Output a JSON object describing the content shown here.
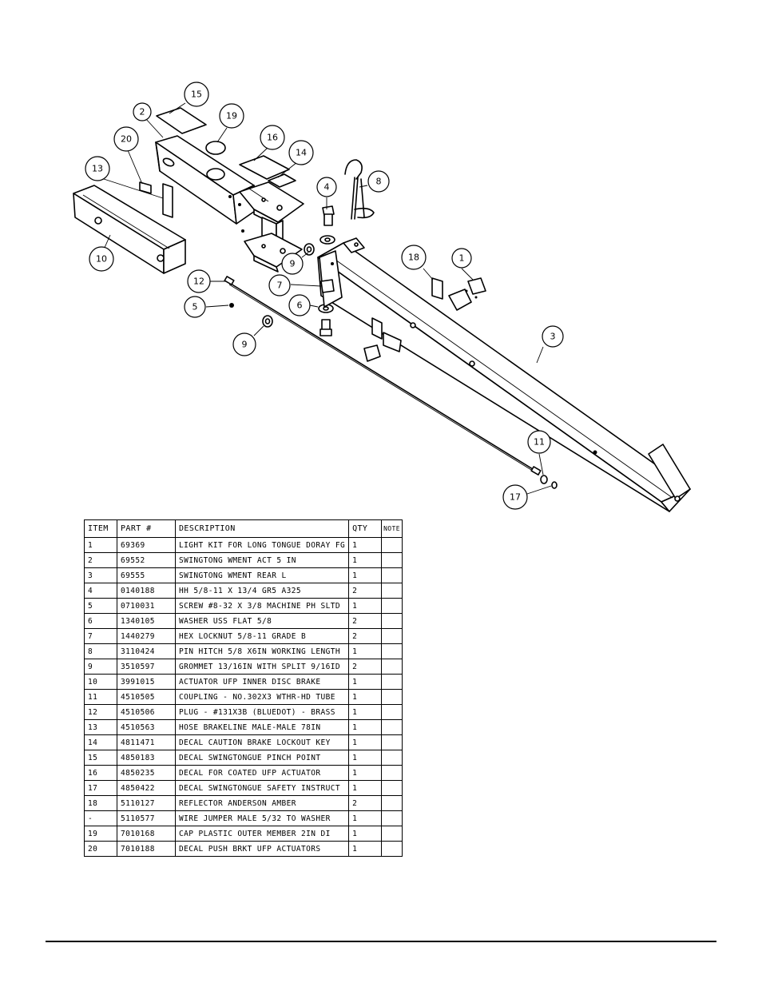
{
  "diagram": {
    "callouts": [
      "1",
      "2",
      "3",
      "4",
      "5",
      "6",
      "7",
      "8",
      "9",
      "9",
      "10",
      "11",
      "12",
      "13",
      "14",
      "15",
      "16",
      "17",
      "18",
      "19",
      "20"
    ]
  },
  "table": {
    "headers": {
      "item": "ITEM",
      "part": "PART #",
      "desc": "DESCRIPTION",
      "qty": "QTY",
      "note": "NOTE"
    },
    "rows": [
      {
        "item": "1",
        "part": "69369",
        "desc": "LIGHT KIT FOR LONG TONGUE DORAY FG",
        "qty": "1",
        "note": ""
      },
      {
        "item": "2",
        "part": "69552",
        "desc": "SWINGTONG WMENT ACT 5 IN",
        "qty": "1",
        "note": ""
      },
      {
        "item": "3",
        "part": "69555",
        "desc": "SWINGTONG WMENT REAR L",
        "qty": "1",
        "note": ""
      },
      {
        "item": "4",
        "part": "0140188",
        "desc": "HH 5/8-11 X 13/4  GR5 A325",
        "qty": "2",
        "note": ""
      },
      {
        "item": "5",
        "part": "0710031",
        "desc": "SCREW #8-32 X 3/8 MACHINE PH SLTD",
        "qty": "1",
        "note": ""
      },
      {
        "item": "6",
        "part": "1340105",
        "desc": "WASHER USS FLAT 5/8",
        "qty": "2",
        "note": ""
      },
      {
        "item": "7",
        "part": "1440279",
        "desc": "HEX LOCKNUT 5/8-11 GRADE B",
        "qty": "2",
        "note": ""
      },
      {
        "item": "8",
        "part": "3110424",
        "desc": "PIN HITCH 5/8 X6IN WORKING LENGTH",
        "qty": "1",
        "note": ""
      },
      {
        "item": "9",
        "part": "3510597",
        "desc": "GROMMET 13/16IN  WITH SPLIT 9/16ID",
        "qty": "2",
        "note": ""
      },
      {
        "item": "10",
        "part": "3991015",
        "desc": "ACTUATOR UFP INNER  DISC BRAKE",
        "qty": "1",
        "note": ""
      },
      {
        "item": "11",
        "part": "4510505",
        "desc": "COUPLING - NO.302X3 WTHR-HD TUBE",
        "qty": "1",
        "note": ""
      },
      {
        "item": "12",
        "part": "4510506",
        "desc": "PLUG - #131X3B (BLUEDOT) - BRASS",
        "qty": "1",
        "note": ""
      },
      {
        "item": "13",
        "part": "4510563",
        "desc": "HOSE BRAKELINE MALE-MALE 78IN",
        "qty": "1",
        "note": ""
      },
      {
        "item": "14",
        "part": "4811471",
        "desc": "DECAL CAUTION BRAKE LOCKOUT KEY",
        "qty": "1",
        "note": ""
      },
      {
        "item": "15",
        "part": "4850183",
        "desc": "DECAL SWINGTONGUE PINCH POINT",
        "qty": "1",
        "note": ""
      },
      {
        "item": "16",
        "part": "4850235",
        "desc": "DECAL FOR COATED UFP ACTUATOR",
        "qty": "1",
        "note": ""
      },
      {
        "item": "17",
        "part": "4850422",
        "desc": "DECAL SWINGTONGUE SAFETY INSTRUCT",
        "qty": "1",
        "note": ""
      },
      {
        "item": "18",
        "part": "5110127",
        "desc": "REFLECTOR ANDERSON AMBER",
        "qty": "2",
        "note": ""
      },
      {
        "item": "-",
        "part": "5110577",
        "desc": "WIRE JUMPER MALE 5/32 TO WASHER",
        "qty": "1",
        "note": ""
      },
      {
        "item": "19",
        "part": "7010168",
        "desc": "CAP  PLASTIC OUTER MEMBER 2IN DI",
        "qty": "1",
        "note": ""
      },
      {
        "item": "20",
        "part": "7010188",
        "desc": "DECAL PUSH BRKT UFP ACTUATORS",
        "qty": "1",
        "note": ""
      }
    ]
  }
}
